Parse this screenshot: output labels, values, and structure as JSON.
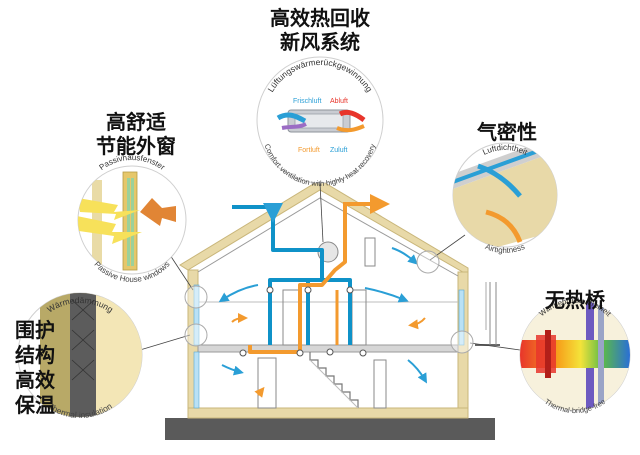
{
  "title": {
    "line1": "高效热回收",
    "line2": "新风系统"
  },
  "features": {
    "windows": {
      "cn_line1": "高舒适",
      "cn_line2": "节能外窗",
      "de": "Passivhausfenster",
      "en": "Passive House windows"
    },
    "airtight": {
      "cn": "气密性",
      "de": "Luftdichtheit",
      "en": "Airtightness"
    },
    "thermal_bridge": {
      "cn": "无热桥",
      "de": "Wärmebrückenfreiheit",
      "en": "Thermal-bridge-free"
    },
    "insulation": {
      "cn_line1": "围护",
      "cn_line2": "结构",
      "cn_line3": "高效",
      "cn_line4": "保温",
      "de": "Wärmedämmung",
      "en": "Thermal insulation"
    },
    "ventilation": {
      "de": "Lüftungswärmerückgewinnung",
      "en": "Comfort ventilation with highly heat recovery",
      "fresh": "Frischluft",
      "exhaust": "Abluft",
      "outgoing": "Fortluft",
      "supply": "Zuluft"
    }
  },
  "colors": {
    "warm_air": "#f39a2e",
    "cool_air": "#2a9fd6",
    "supply_air": "#0f92c8",
    "wall": "#e8d9a8",
    "wall_edge": "#c9b67a",
    "ground": "#5a5a5a",
    "thermal_red": "#e8352b"
  }
}
